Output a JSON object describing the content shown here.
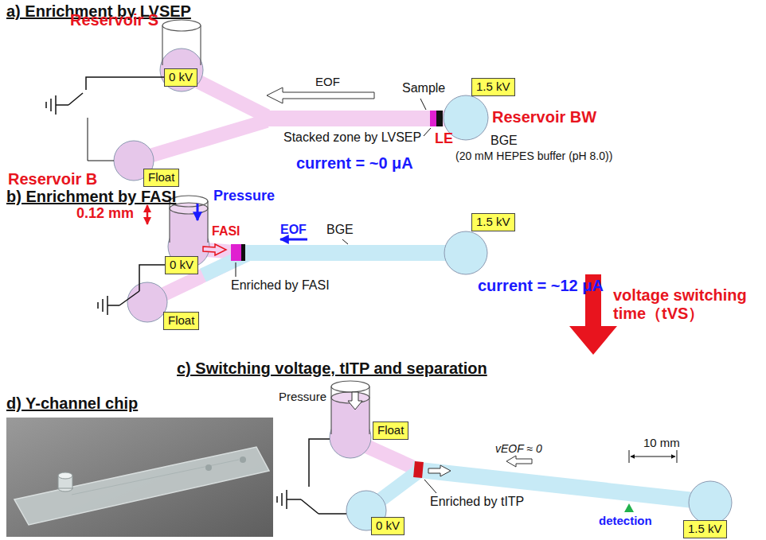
{
  "diagram": {
    "nodes": [
      {
        "text": [
          "0 kV"
        ]
      },
      {
        "text": [
          "1.5 kV"
        ]
      },
      {
        "text": [
          "Float"
        ]
      },
      {
        "text": [
          "1.5 kV"
        ]
      },
      {
        "text": [
          "0 kV"
        ]
      },
      {
        "text": [
          "Float"
        ]
      },
      {
        "text": [
          "Float"
        ]
      },
      {
        "text": [
          "0 kV"
        ]
      },
      {
        "text": [
          "1.5 kV"
        ]
      }
    ],
    "labels": [
      "a) Enrichment by LVSEP",
      "Reservoir S",
      "EOF",
      "Sample",
      "Stacked zone by LVSEP",
      "LE",
      "Reservoir BW",
      "BGE",
      "(20 mM HEPES buffer (pH 8.0))",
      "Reservoir B",
      "current = ~0 μA",
      "b) Enrichment by FASI",
      "Pressure",
      "0.12 mm",
      "FASI",
      "EOF",
      "BGE",
      "Enriched by FASI",
      "current = ~12 μA",
      "voltage switching time（tVS）",
      "c) Switching voltage, tITP and separation",
      "d) Y-channel chip",
      "Pressure",
      "vEOF ≈ 0",
      "10 mm",
      "detection",
      "Enriched by tITP"
    ]
  }
}
